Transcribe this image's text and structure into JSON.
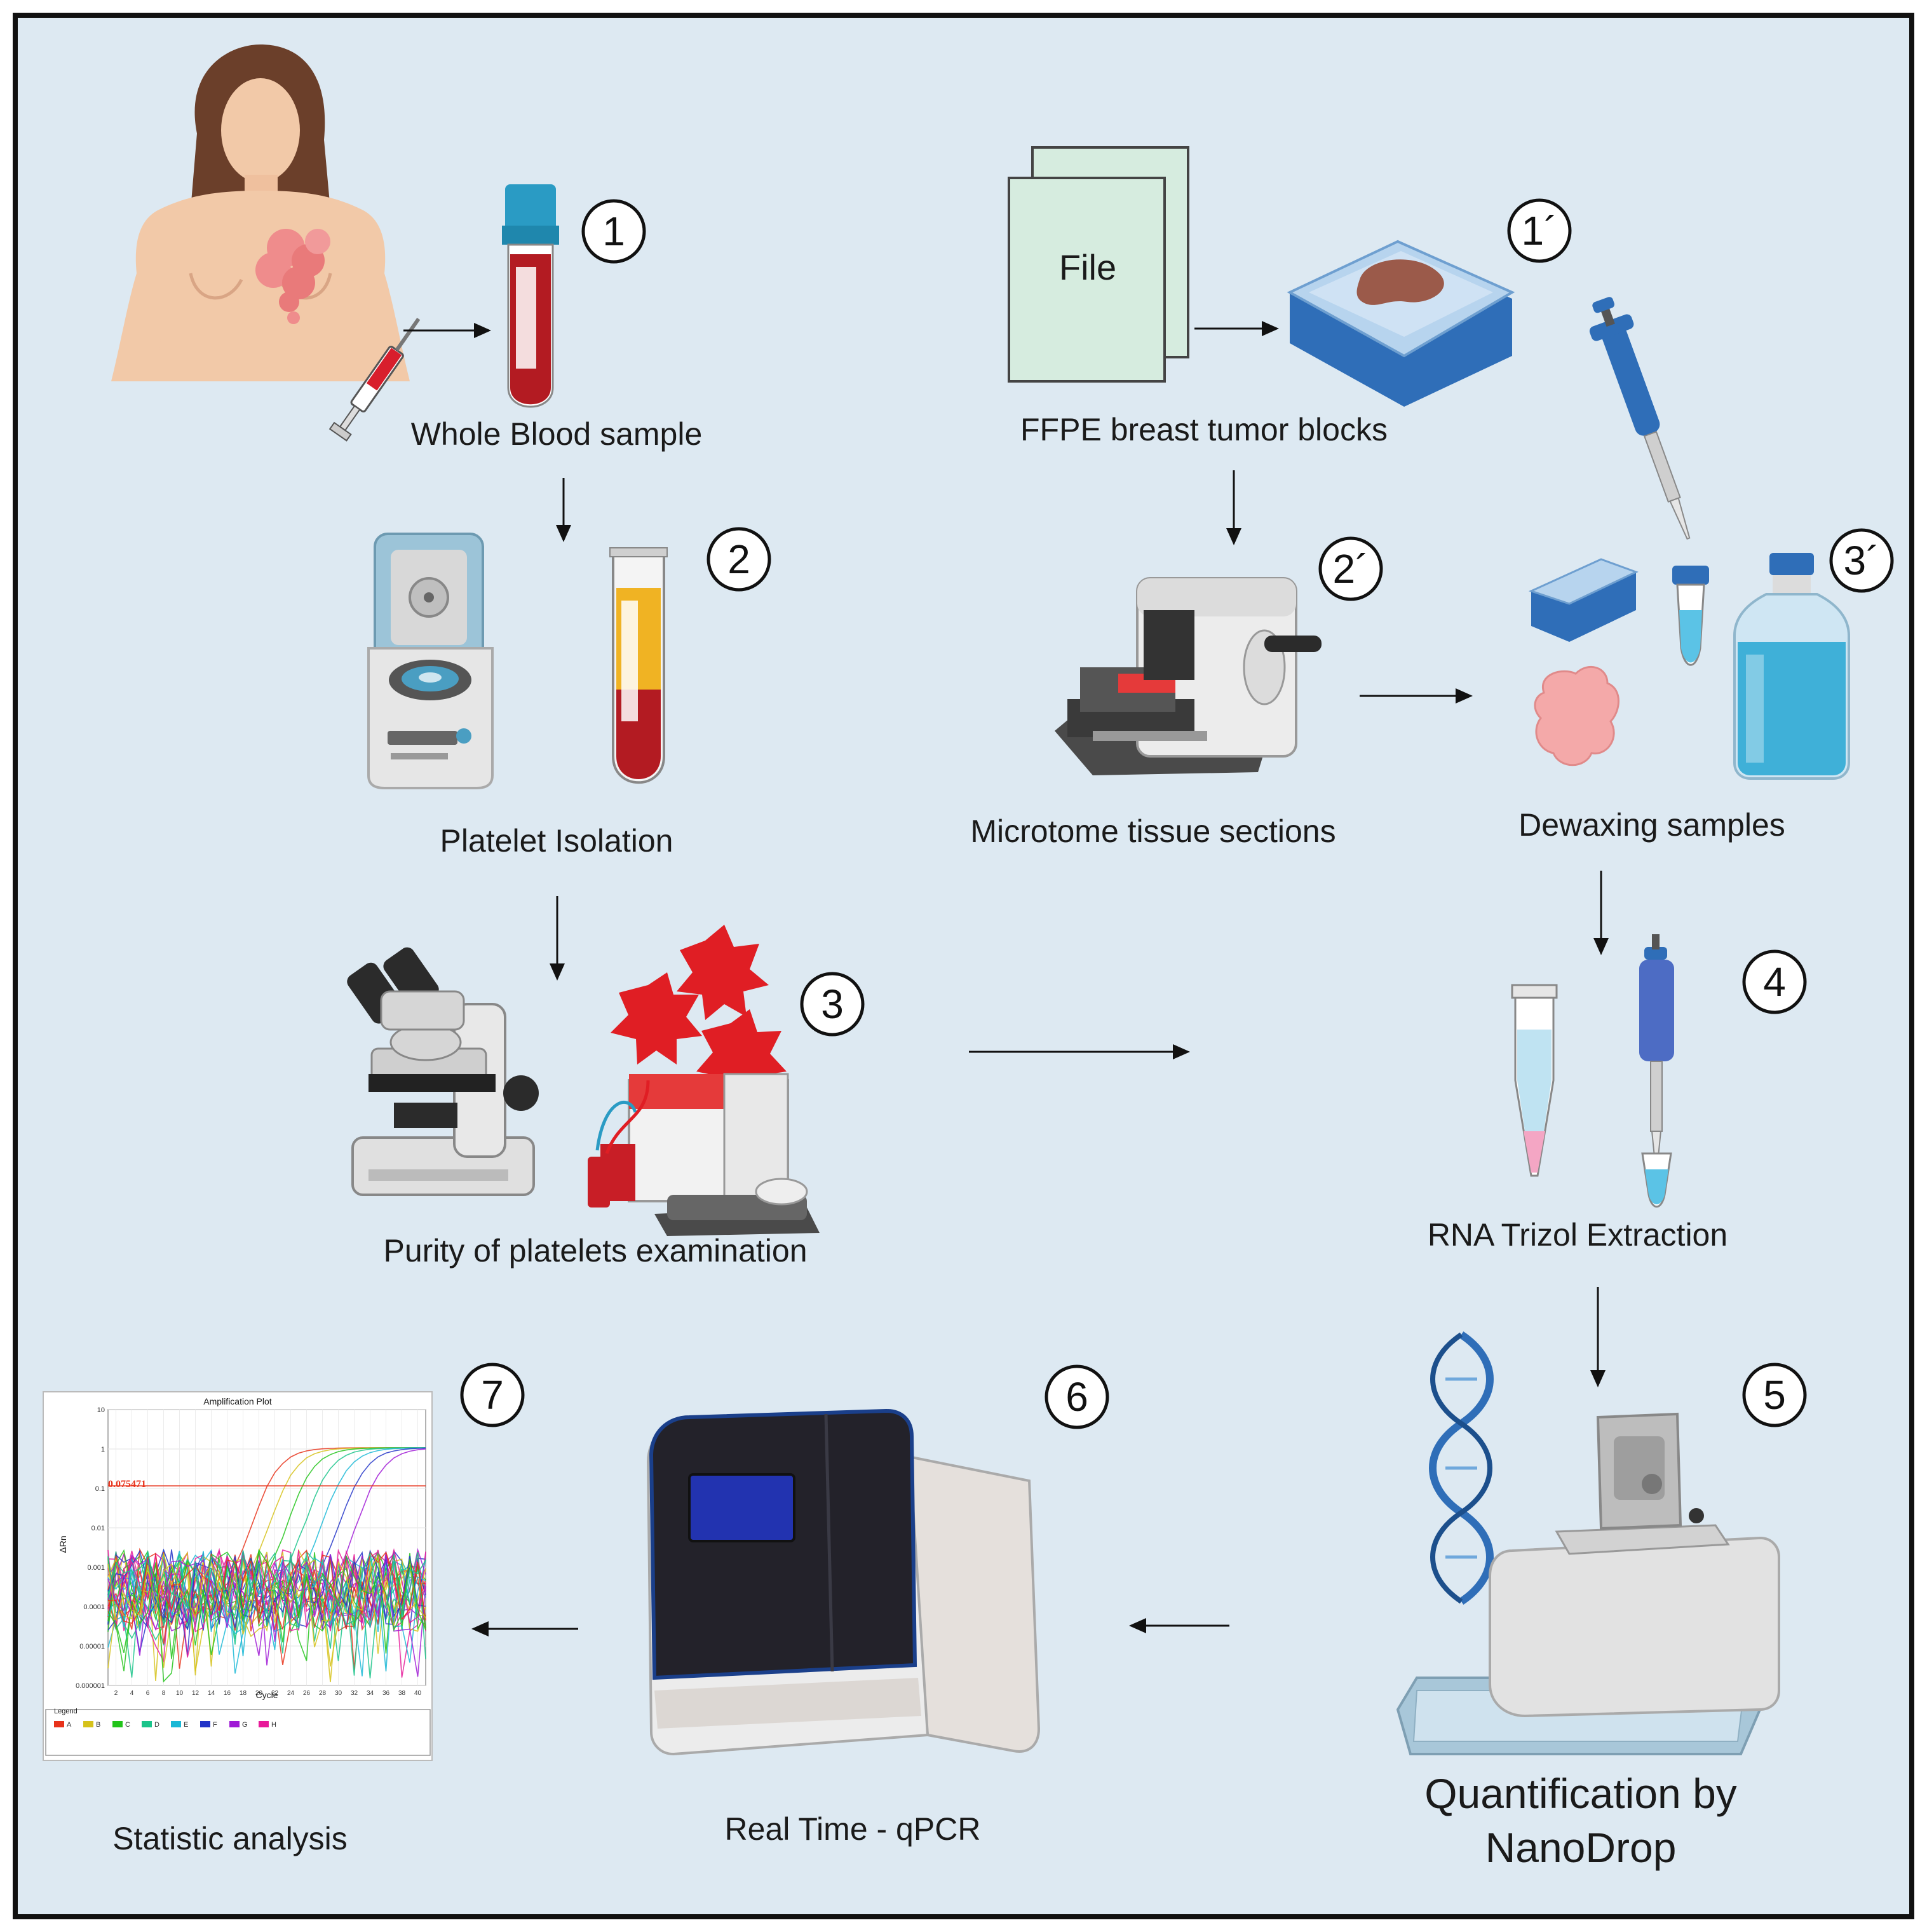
{
  "labels": {
    "whole_blood": "Whole Blood sample",
    "platelet_isolation": "Platelet Isolation",
    "purity": "Purity of platelets examination",
    "ffpe": "FFPE breast tumor blocks",
    "microtome": "Microtome tissue sections",
    "dewaxing": "Dewaxing samples",
    "rna": "RNA Trizol Extraction",
    "quant_line1": "Quantification by",
    "quant_line2": "NanoDrop",
    "qpcr": "Real Time - qPCR",
    "stats": "Statistic analysis",
    "file": "File"
  },
  "steps": [
    "1",
    "2",
    "3",
    "1´",
    "2´",
    "3´",
    "4",
    "5",
    "6",
    "7"
  ],
  "amplification_plot": {
    "title": "Amplification Plot",
    "ylabel": "ΔRn",
    "xlabel": "Cycle",
    "threshold_label": "0.075471",
    "y_ticks": [
      "10",
      "1",
      "0.1",
      "0.01",
      "0.001",
      "0.0001",
      "0.00001",
      "0.000001"
    ],
    "x_ticks": [
      "2",
      "4",
      "6",
      "8",
      "10",
      "12",
      "14",
      "16",
      "18",
      "20",
      "22",
      "24",
      "26",
      "28",
      "30",
      "32",
      "34",
      "36",
      "38",
      "40"
    ],
    "legend_title": "Legend",
    "legend": [
      "A",
      "B",
      "C",
      "D",
      "E",
      "F",
      "G",
      "H"
    ]
  },
  "colors": {
    "background": "#dde9f2",
    "border": "#111111",
    "blood": "#b31b22",
    "plasma": "#f0b323",
    "pipette_blue": "#2f6eb8",
    "device_gray": "#d9d9d9",
    "screen_blue": "#2233b0",
    "legend_colors": [
      "#e8321a",
      "#d6c21a",
      "#22c41a",
      "#1ac48a",
      "#1ab8d6",
      "#2234c8",
      "#a01ad6",
      "#e81a9a"
    ]
  }
}
